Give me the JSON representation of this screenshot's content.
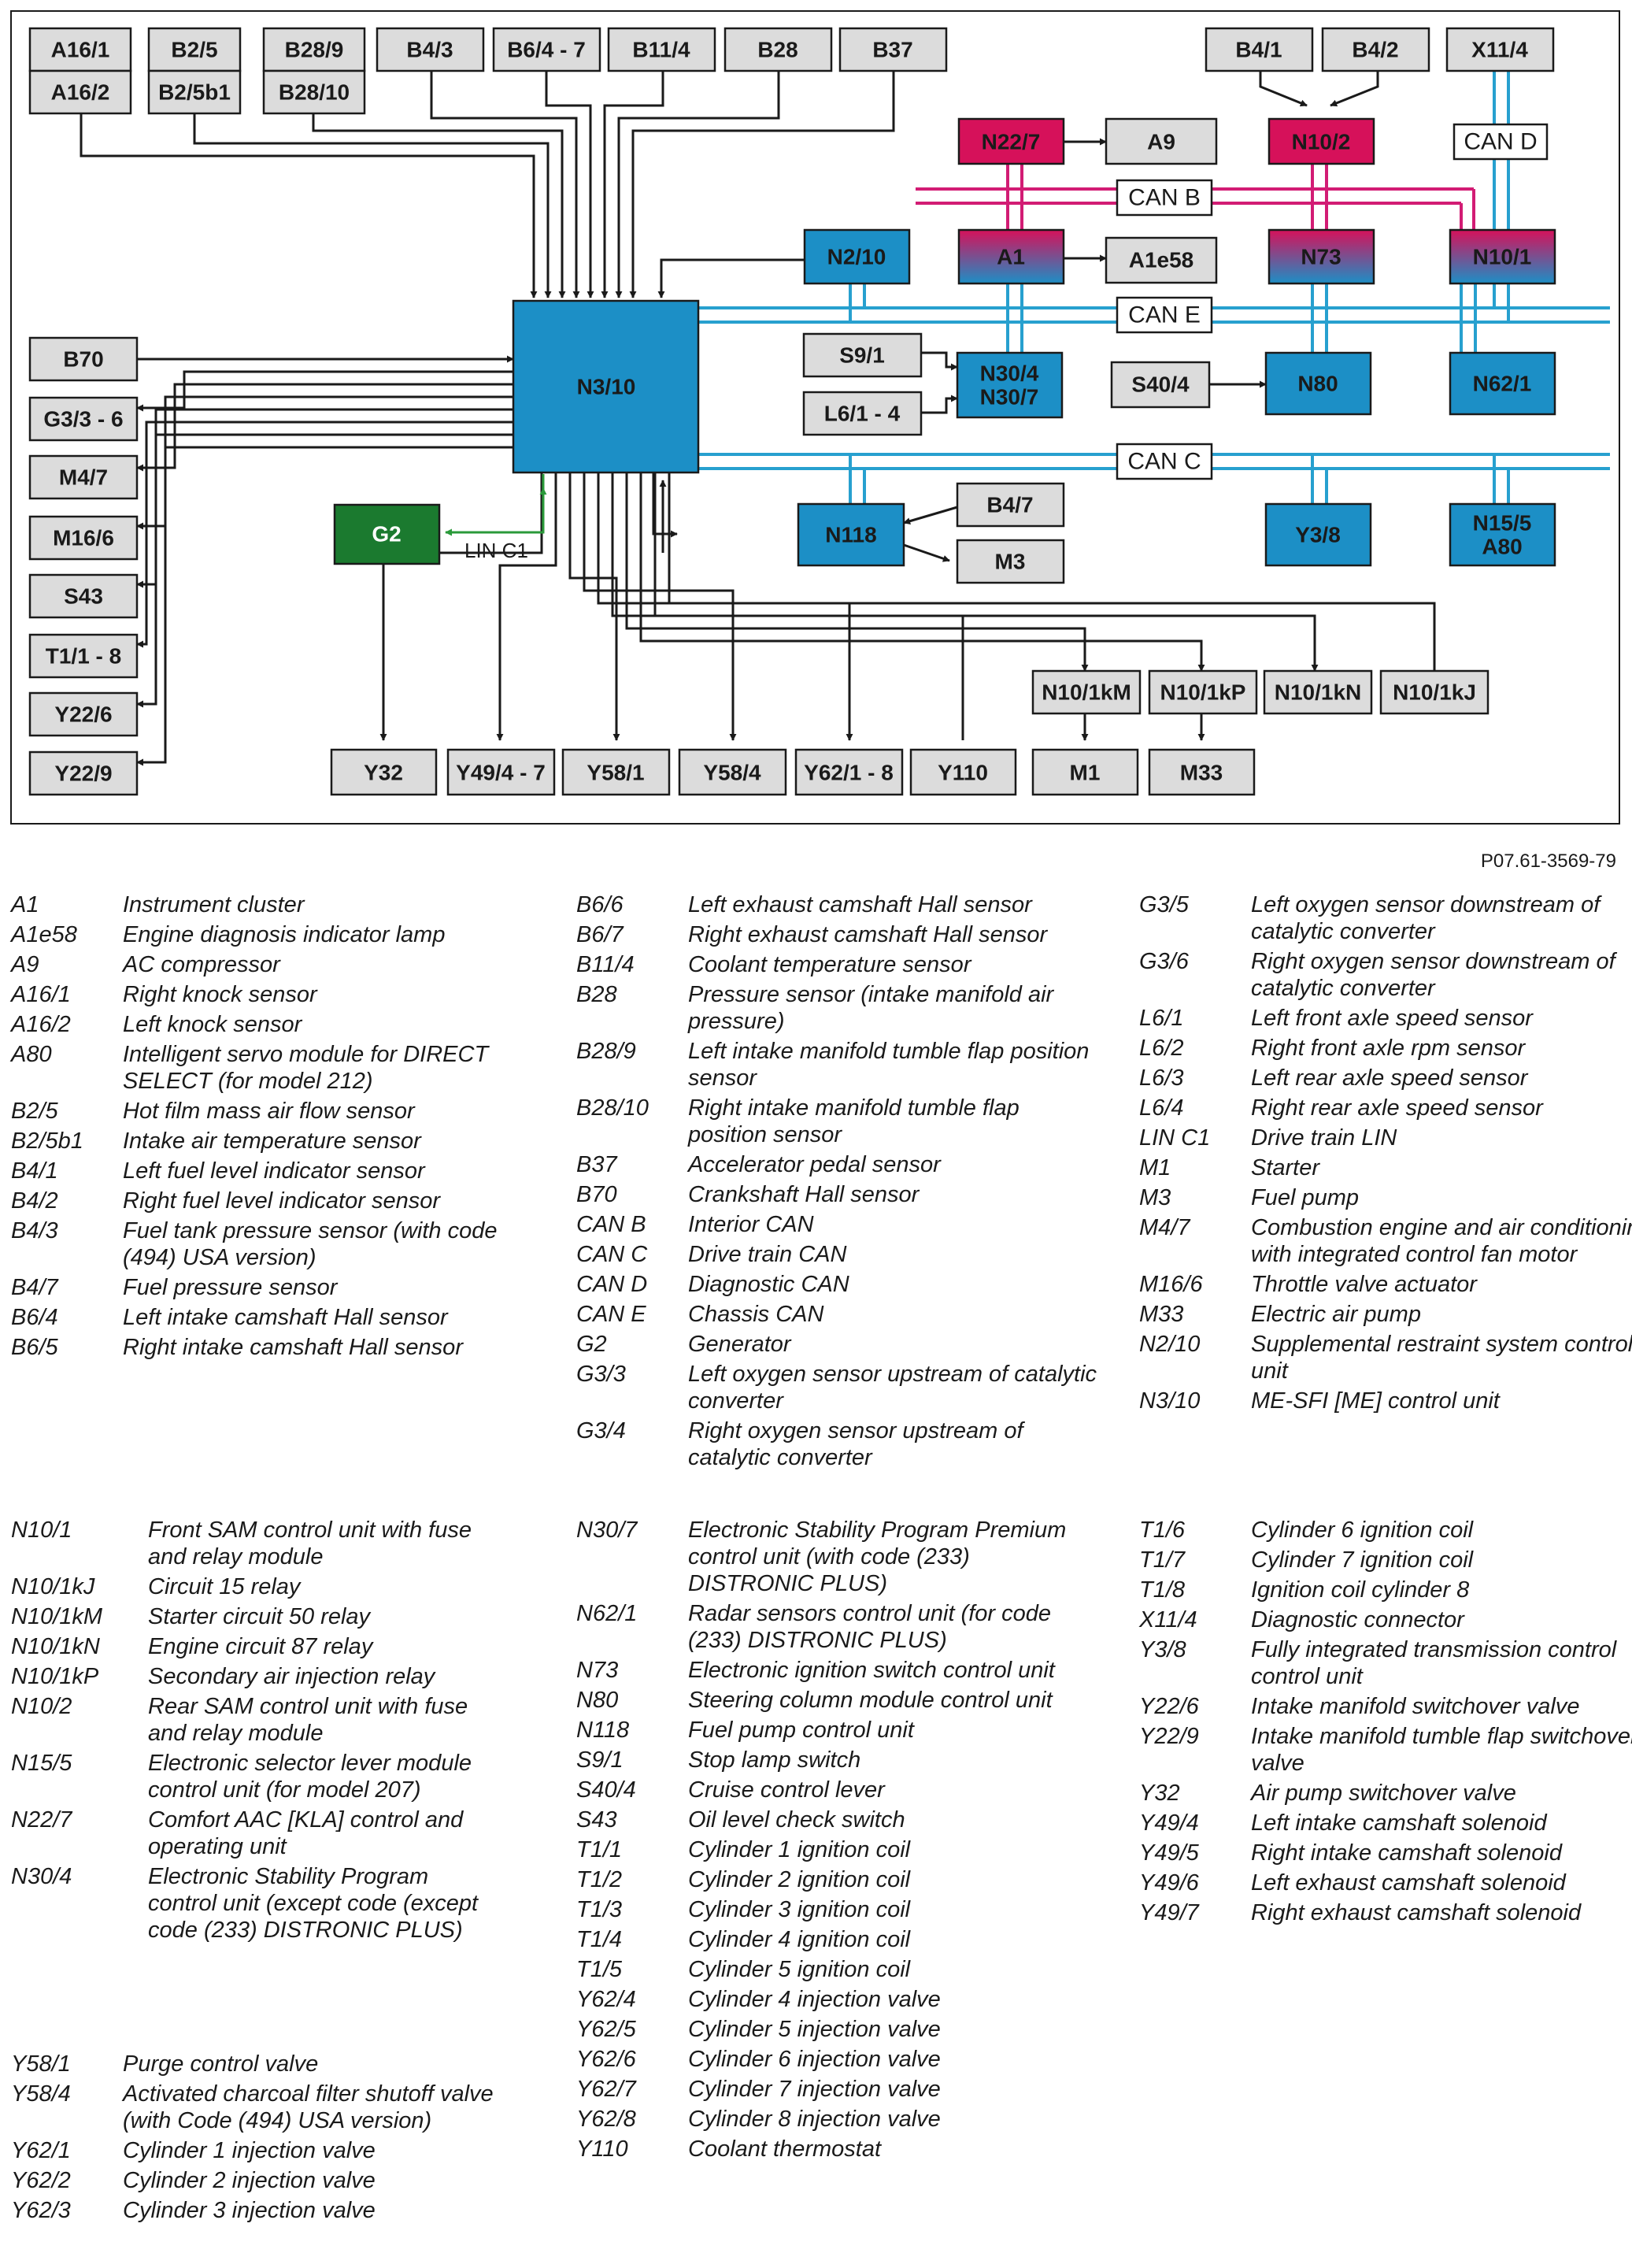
{
  "diagram": {
    "doc_id": "P07.61-3569-79",
    "colors": {
      "gray_box": "#dcdcdc",
      "blue_box": "#1c8fc6",
      "red_box": "#d6115a",
      "green_box": "#1b7a2f",
      "blue_bus": "#27a0cf",
      "red_bus": "#d21c74",
      "line": "#1a1a1a",
      "lin_line": "#2a9a3a"
    },
    "boxes": {
      "A16_1": "A16/1",
      "A16_2": "A16/2",
      "B2_5": "B2/5",
      "B2_5b1": "B2/5b1",
      "B28_9": "B28/9",
      "B28_10": "B28/10",
      "B4_3": "B4/3",
      "B6_4_7": "B6/4 - 7",
      "B11_4": "B11/4",
      "B28": "B28",
      "B37": "B37",
      "B4_1": "B4/1",
      "B4_2": "B4/2",
      "X11_4": "X11/4",
      "N22_7": "N22/7",
      "A9": "A9",
      "N10_2": "N10/2",
      "CAN_D": "CAN D",
      "CAN_B": "CAN B",
      "N2_10": "N2/10",
      "A1": "A1",
      "A1e58": "A1e58",
      "N73": "N73",
      "N10_1": "N10/1",
      "CAN_E": "CAN E",
      "N3_10": "N3/10",
      "B70": "B70",
      "G3_3_6": "G3/3 - 6",
      "M4_7": "M4/7",
      "M16_6": "M16/6",
      "S43": "S43",
      "T1_1_8": "T1/1 - 8",
      "Y22_6": "Y22/6",
      "Y22_9": "Y22/9",
      "S9_1": "S9/1",
      "L6_1_4": "L6/1 - 4",
      "N30_4": "N30/4",
      "N30_7": "N30/7",
      "S40_4": "S40/4",
      "N80": "N80",
      "N62_1": "N62/1",
      "CAN_C": "CAN C",
      "G2": "G2",
      "LIN_C1": "LIN C1",
      "N118": "N118",
      "B4_7": "B4/7",
      "M3": "M3",
      "Y3_8": "Y3/8",
      "N15_5": "N15/5",
      "A80": "A80",
      "N10_1kM": "N10/1kM",
      "N10_1kP": "N10/1kP",
      "N10_1kN": "N10/1kN",
      "N10_1kJ": "N10/1kJ",
      "Y32": "Y32",
      "Y49_4_7": "Y49/4 - 7",
      "Y58_1": "Y58/1",
      "Y58_4": "Y58/4",
      "Y62_1_8": "Y62/1 - 8",
      "Y110": "Y110",
      "M1": "M1",
      "M33": "M33"
    }
  },
  "legend": {
    "col1": [
      {
        "code": "A1",
        "desc": "Instrument cluster"
      },
      {
        "code": "A1e58",
        "desc": "Engine diagnosis indicator lamp"
      },
      {
        "code": "A9",
        "desc": "AC compressor"
      },
      {
        "code": "A16/1",
        "desc": "Right knock sensor"
      },
      {
        "code": "A16/2",
        "desc": "Left knock sensor"
      },
      {
        "code": "A80",
        "desc": "Intelligent servo module for DIRECT SELECT (for model 212)"
      },
      {
        "code": "B2/5",
        "desc": "Hot film mass air flow sensor"
      },
      {
        "code": "B2/5b1",
        "desc": "Intake air temperature sensor"
      },
      {
        "code": "B4/1",
        "desc": "Left fuel level indicator sensor"
      },
      {
        "code": "B4/2",
        "desc": "Right fuel level indicator sensor"
      },
      {
        "code": "B4/3",
        "desc": "Fuel tank pressure sensor (with code (494) USA version)"
      },
      {
        "code": "B4/7",
        "desc": "Fuel pressure sensor"
      },
      {
        "code": "B6/4",
        "desc": "Left intake camshaft Hall sensor"
      },
      {
        "code": "B6/5",
        "desc": "Right intake camshaft Hall sensor"
      }
    ],
    "col2": [
      {
        "code": "B6/6",
        "desc": "Left exhaust camshaft Hall sensor"
      },
      {
        "code": "B6/7",
        "desc": "Right exhaust camshaft Hall sensor"
      },
      {
        "code": "B11/4",
        "desc": "Coolant temperature sensor"
      },
      {
        "code": "B28",
        "desc": "Pressure sensor (intake manifold air pressure)"
      },
      {
        "code": "B28/9",
        "desc": "Left intake manifold tumble flap position sensor"
      },
      {
        "code": "B28/10",
        "desc": "Right intake manifold tumble flap position sensor"
      },
      {
        "code": "B37",
        "desc": "Accelerator pedal sensor"
      },
      {
        "code": "B70",
        "desc": "Crankshaft Hall sensor"
      },
      {
        "code": "CAN B",
        "desc": "Interior CAN"
      },
      {
        "code": "CAN C",
        "desc": "Drive train CAN"
      },
      {
        "code": "CAN D",
        "desc": "Diagnostic CAN"
      },
      {
        "code": "CAN E",
        "desc": "Chassis CAN"
      },
      {
        "code": "G2",
        "desc": "Generator"
      },
      {
        "code": "G3/3",
        "desc": "Left oxygen sensor upstream of catalytic converter"
      },
      {
        "code": "G3/4",
        "desc": "Right oxygen sensor upstream of catalytic converter"
      }
    ],
    "col3": [
      {
        "code": "G3/5",
        "desc": "Left oxygen sensor downstream of catalytic converter"
      },
      {
        "code": "G3/6",
        "desc": "Right oxygen sensor downstream of catalytic converter"
      },
      {
        "code": "L6/1",
        "desc": "Left front axle speed sensor"
      },
      {
        "code": "L6/2",
        "desc": "Right front axle rpm sensor"
      },
      {
        "code": "L6/3",
        "desc": "Left rear axle speed sensor"
      },
      {
        "code": "L6/4",
        "desc": "Right rear axle speed sensor"
      },
      {
        "code": "LIN C1",
        "desc": "Drive train LIN"
      },
      {
        "code": "M1",
        "desc": "Starter"
      },
      {
        "code": "M3",
        "desc": "Fuel pump"
      },
      {
        "code": "M4/7",
        "desc": "Combustion engine and air conditioning with integrated control fan motor"
      },
      {
        "code": "M16/6",
        "desc": "Throttle valve actuator"
      },
      {
        "code": "M33",
        "desc": "Electric air pump"
      },
      {
        "code": "N2/10",
        "desc": "Supplemental restraint system control unit"
      },
      {
        "code": "N3/10",
        "desc": "ME-SFI [ME] control unit"
      }
    ],
    "col4": [
      {
        "code": "N10/1",
        "desc": "Front SAM control unit with fuse and relay module"
      },
      {
        "code": "N10/1kJ",
        "desc": "Circuit 15 relay"
      },
      {
        "code": "N10/1kM",
        "desc": "Starter circuit 50 relay"
      },
      {
        "code": "N10/1kN",
        "desc": "Engine circuit 87 relay"
      },
      {
        "code": "N10/1kP",
        "desc": "Secondary air injection relay"
      },
      {
        "code": "N10/2",
        "desc": "Rear SAM control unit with fuse and relay module"
      },
      {
        "code": "N15/5",
        "desc": "Electronic selector lever module control unit (for model 207)"
      },
      {
        "code": "N22/7",
        "desc": "Comfort AAC [KLA] control and operating unit"
      },
      {
        "code": "N30/4",
        "desc": "Electronic Stability Program control unit (except code (except code (233) DISTRONIC PLUS)"
      }
    ],
    "col5": [
      {
        "code": "N30/7",
        "desc": "Electronic Stability Program Premium control unit (with code (233) DISTRONIC PLUS)"
      },
      {
        "code": "N62/1",
        "desc": "Radar sensors control unit (for code (233) DISTRONIC PLUS)"
      },
      {
        "code": "N73",
        "desc": "Electronic ignition switch control unit"
      },
      {
        "code": "N80",
        "desc": "Steering column module control unit"
      },
      {
        "code": "N118",
        "desc": "Fuel pump control unit"
      },
      {
        "code": "S9/1",
        "desc": "Stop lamp switch"
      },
      {
        "code": "S40/4",
        "desc": "Cruise control lever"
      },
      {
        "code": "S43",
        "desc": "Oil level check switch"
      },
      {
        "code": "T1/1",
        "desc": "Cylinder 1 ignition coil"
      },
      {
        "code": "T1/2",
        "desc": "Cylinder 2 ignition coil"
      },
      {
        "code": "T1/3",
        "desc": "Cylinder 3 ignition coil"
      },
      {
        "code": "T1/4",
        "desc": "Cylinder 4 ignition coil"
      },
      {
        "code": "T1/5",
        "desc": "Cylinder 5 ignition coil"
      },
      {
        "code": "Y62/4",
        "desc": "Cylinder 4 injection valve"
      },
      {
        "code": "Y62/5",
        "desc": "Cylinder 5 injection valve"
      },
      {
        "code": "Y62/6",
        "desc": "Cylinder 6 injection valve"
      },
      {
        "code": "Y62/7",
        "desc": "Cylinder 7 injection valve"
      },
      {
        "code": "Y62/8",
        "desc": "Cylinder 8 injection valve"
      },
      {
        "code": "Y110",
        "desc": "Coolant thermostat"
      }
    ],
    "col6": [
      {
        "code": "T1/6",
        "desc": "Cylinder 6 ignition coil"
      },
      {
        "code": "T1/7",
        "desc": "Cylinder 7 ignition coil"
      },
      {
        "code": "T1/8",
        "desc": "Ignition coil cylinder 8"
      },
      {
        "code": "X11/4",
        "desc": "Diagnostic connector"
      },
      {
        "code": "Y3/8",
        "desc": "Fully integrated transmission control control unit"
      },
      {
        "code": "Y22/6",
        "desc": "Intake manifold switchover valve"
      },
      {
        "code": "Y22/9",
        "desc": "Intake manifold tumble flap switchover valve"
      },
      {
        "code": "Y32",
        "desc": "Air pump switchover valve"
      },
      {
        "code": "Y49/4",
        "desc": "Left intake camshaft solenoid"
      },
      {
        "code": "Y49/5",
        "desc": "Right intake camshaft solenoid"
      },
      {
        "code": "Y49/6",
        "desc": "Left exhaust camshaft solenoid"
      },
      {
        "code": "Y49/7",
        "desc": "Right exhaust camshaft solenoid"
      }
    ],
    "col7": [
      {
        "code": "Y58/1",
        "desc": "Purge control valve"
      },
      {
        "code": "Y58/4",
        "desc": "Activated charcoal filter shutoff valve (with Code (494) USA version)"
      },
      {
        "code": "Y62/1",
        "desc": "Cylinder 1 injection valve"
      },
      {
        "code": "Y62/2",
        "desc": "Cylinder 2 injection valve"
      },
      {
        "code": "Y62/3",
        "desc": "Cylinder 3 injection valve"
      }
    ]
  }
}
